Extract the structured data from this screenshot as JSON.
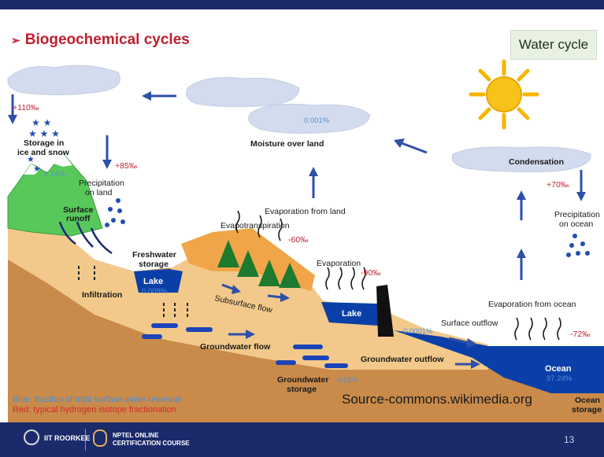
{
  "slide": {
    "title": "Biogeochemical cycles",
    "title_marker": "➢",
    "badge": "Water cycle",
    "source": "Source-commons.wikimedia.org",
    "legend_blue": "Blue: fraction of total surface water reservoir",
    "legend_red": "Red: typical hydrogen isotope fractionation",
    "page_number": "13"
  },
  "footer": {
    "org": "IIT ROORKEE",
    "course_line1": "NPTEL ONLINE",
    "course_line2": "CERTIFICATION COURSE"
  },
  "labels": {
    "storage_ice_1": "Storage in",
    "storage_ice_2": "ice and snow",
    "precip_land_1": "Precipitation",
    "precip_land_2": "on land",
    "surface_runoff_1": "Surface",
    "surface_runoff_2": "runoff",
    "freshwater_1": "Freshwater",
    "freshwater_2": "storage",
    "lake_left": "Lake",
    "infiltration": "Infiltration",
    "moisture": "Moisture over land",
    "evap_land": "Evaporation from land",
    "evapotranspiration": "Evapotranspiration",
    "subsurface": "Subsurface flow",
    "evaporation": "Evaporation",
    "lake_right": "Lake",
    "groundwater_flow": "Groundwater flow",
    "groundwater_storage_1": "Groundwater",
    "groundwater_storage_2": "storage",
    "groundwater_outflow": "Groundwater outflow",
    "surface_outflow": "Surface outflow",
    "condensation": "Condensation",
    "precip_ocean_1": "Precipitation",
    "precip_ocean_2": "on ocean",
    "evap_ocean": "Evaporation from ocean",
    "ocean": "Ocean",
    "ocean_storage_1": "Ocean",
    "ocean_storage_2": "storage"
  },
  "fractionation": {
    "ice": "+110‰",
    "precip_land": "+85‰",
    "evapotranspiration": "-60‰",
    "evaporation": "-90‰",
    "condensation": "+70‰",
    "ocean_evap": "-72‰"
  },
  "fractions": {
    "ice": "2.14%",
    "moisture": "0.001%",
    "lake": "0.009%",
    "groundwater": "0.61%",
    "surface_outflow": "0.0001%",
    "ocean": "97.24%"
  },
  "colors": {
    "header_bar": "#1b2a6b",
    "title": "#c0202f",
    "arrow_blue": "#2f4fa8",
    "water": "#0a3fa8",
    "soil_light": "#f2c98a",
    "soil_dark": "#c98a4a",
    "sun": "#f7b500"
  }
}
